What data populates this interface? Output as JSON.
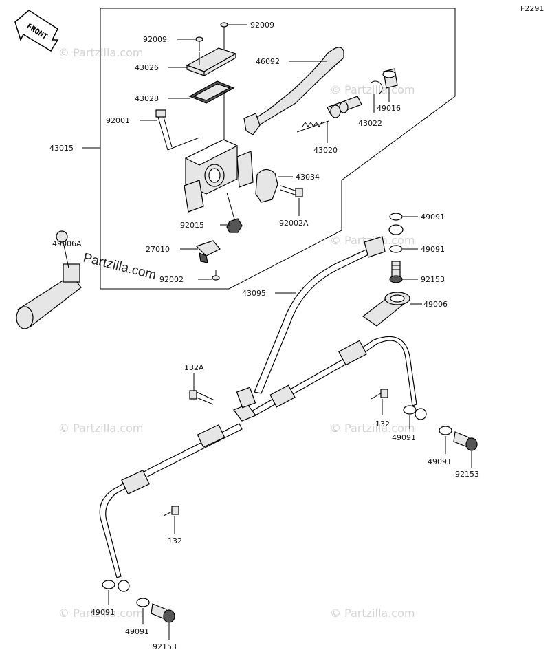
{
  "diagram_code": "F2291",
  "front_arrow_label": "FRONT",
  "watermark_main": "Partzilla.com",
  "watermark_repeat": "© Partzilla.com",
  "parts": {
    "p92009a": "92009",
    "p92009b": "92009",
    "p43026": "43026",
    "p43028": "43028",
    "p92001": "92001",
    "p43015": "43015",
    "p46092": "46092",
    "p49016": "49016",
    "p43022": "43022",
    "p43020": "43020",
    "p43034": "43034",
    "p92002A": "92002A",
    "p92015": "92015",
    "p27010": "27010",
    "p92002": "92002",
    "p49006A": "49006A",
    "p49091a": "49091",
    "p49091b": "49091",
    "p92153a": "92153",
    "p43095": "43095",
    "p49006": "49006",
    "p132A": "132A",
    "p132a": "132",
    "p49091c": "49091",
    "p49091d": "49091",
    "p92153b": "92153",
    "p132b": "132",
    "p49091e": "49091",
    "p49091f": "49091",
    "p92153c": "92153"
  }
}
